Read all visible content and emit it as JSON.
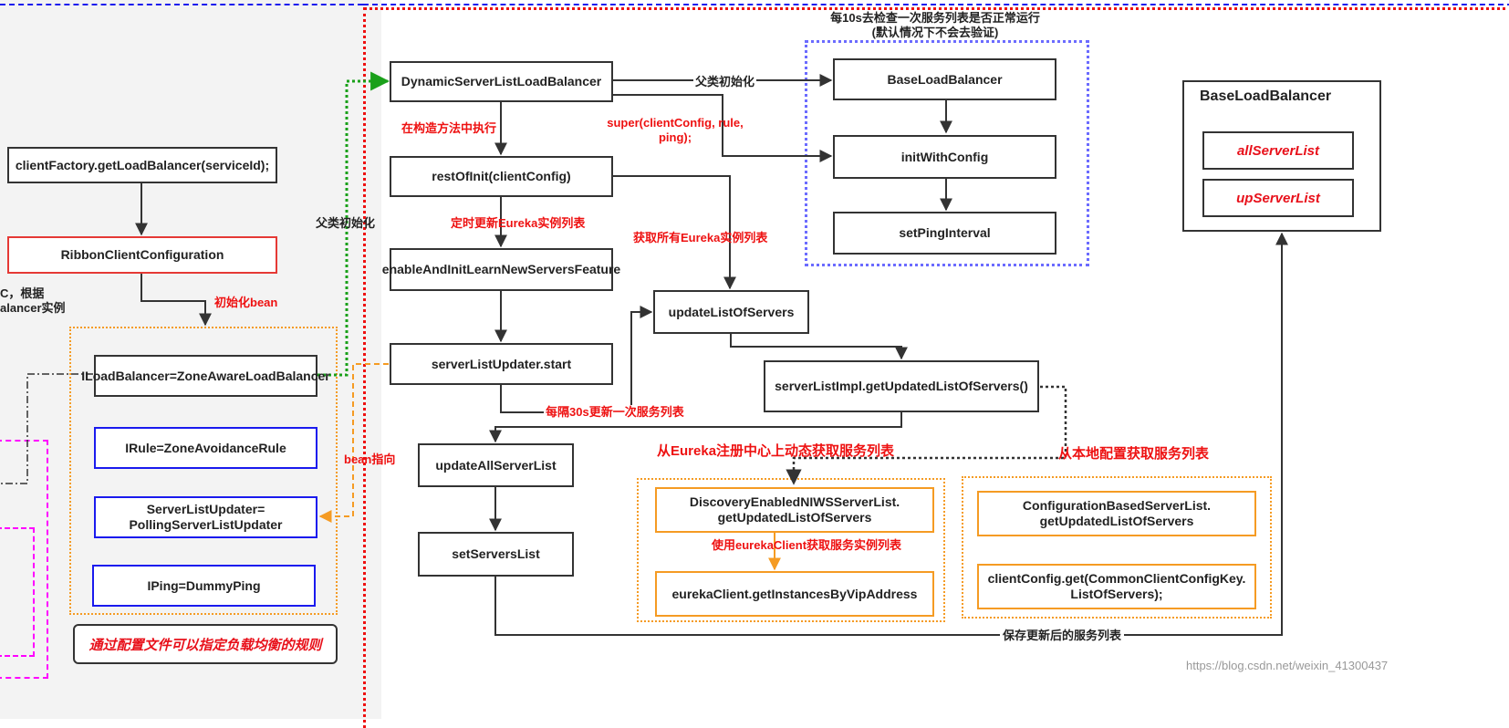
{
  "header": {
    "title_line1": "每10s去检查一次服务列表是否正常运行",
    "title_line2": "(默认情况下不会去验证)"
  },
  "boxes": {
    "client_factory": "clientFactory.getLoadBalancer(serviceId);",
    "ribbon_config": "RibbonClientConfiguration",
    "iload_balancer": "ILoadBalancer=ZoneAwareLoadBalancer",
    "irule": "IRule=ZoneAvoidanceRule",
    "server_list_updater": "ServerListUpdater=\nPollingServerListUpdater",
    "iping": "IPing=DummyPing",
    "dynamic_slb": "DynamicServerListLoadBalancer",
    "rest_of_init": "restOfInit(clientConfig)",
    "enable_feature": "enableAndInitLearnNewServersFeature",
    "sl_updater_start": "serverListUpdater.start",
    "update_all": "updateAllServerList",
    "set_servers": "setServersList",
    "update_list": "updateListOfServers",
    "sl_impl": "serverListImpl.getUpdatedListOfServers()",
    "discovery": "DiscoveryEnabledNIWSServerList.\ngetUpdatedListOfServers",
    "eureka_client": "eurekaClient.getInstancesByVipAddress",
    "config_based": "ConfigurationBasedServerList.\ngetUpdatedListOfServers",
    "client_config_get": "clientConfig.get(CommonClientConfigKey.\nListOfServers);",
    "base_lb": "BaseLoadBalancer",
    "init_with_config": "initWithConfig",
    "set_ping": "setPingInterval",
    "base_lb_panel_title": "BaseLoadBalancer",
    "all_server_list": "allServerList",
    "up_server_list": "upServerList"
  },
  "labels": {
    "cut_left_1": "C，根据",
    "cut_left_2": "alancer实例",
    "init_bean": "初始化bean",
    "parent_init_left": "父类初始化",
    "bean_pointer": "bean指向",
    "parent_init_top": "父类初始化",
    "in_constructor": "在构造方法中执行",
    "super_call": "super(clientConfig, rule,\nping);",
    "timed_update": "定时更新Eureka实例列表",
    "get_all_eureka": "获取所有Eureka实例列表",
    "every_30s": "每隔30s更新一次服务列表",
    "from_eureka": "从Eureka注册中心上动态获取服务列表",
    "from_local": "从本地配置获取服务列表",
    "use_eureka_client": "使用eurekaClient获取服务实例列表",
    "save_updated": "保存更新后的服务列表"
  },
  "note": "通过配置文件可以指定负载均衡的规则",
  "watermark": "https://blog.csdn.net/weixin_41300437",
  "colors": {
    "red": "#ee1111",
    "blue": "#1a1aee",
    "orange": "#f59b23",
    "green": "#1aa01a",
    "magenta": "#ff00ff",
    "purple_blue": "#6b6bff"
  }
}
